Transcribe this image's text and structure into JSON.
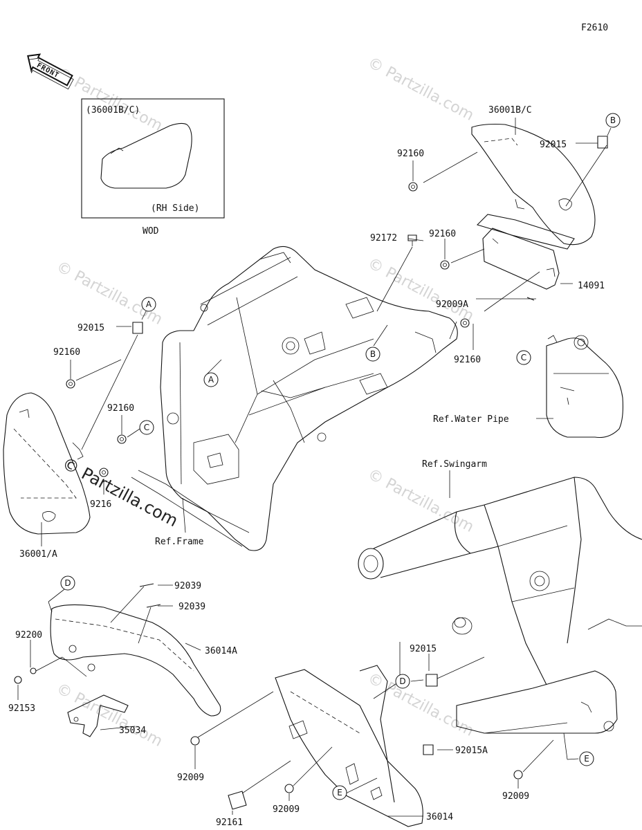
{
  "diagram_code": "F2610",
  "front_label": "FRONT",
  "watermark": "© Partzilla.com",
  "inset": {
    "part": "(36001B/C)",
    "side": "(RH Side)",
    "caption": "WOD"
  },
  "labels": {
    "p36001BC_top": "36001B/C",
    "p92015_b": "92015",
    "p92160_1": "92160",
    "p92172": "92172",
    "p92160_2": "92160",
    "p92009A": "92009A",
    "p14091": "14091",
    "p92160_3": "92160",
    "p92015_a": "92015",
    "p92160_4": "92160",
    "p92160_5": "92160",
    "p9216_partial": "9216",
    "p36001A": "36001/A",
    "ref_frame": "Ref.Frame",
    "ref_water_pipe": "Ref.Water Pipe",
    "ref_swingarm": "Ref.Swingarm",
    "p92039_1": "92039",
    "p92039_2": "92039",
    "p92200": "92200",
    "p36014A": "36014A",
    "p92153": "92153",
    "p35034": "35034",
    "p92015_d": "92015",
    "p92015A": "92015A",
    "p92009_1": "92009",
    "p92161": "92161",
    "p92009_2": "92009",
    "p36014": "36014",
    "p92009_3": "92009"
  },
  "callouts": {
    "A": "A",
    "B": "B",
    "C": "C",
    "D": "D",
    "E": "E"
  }
}
